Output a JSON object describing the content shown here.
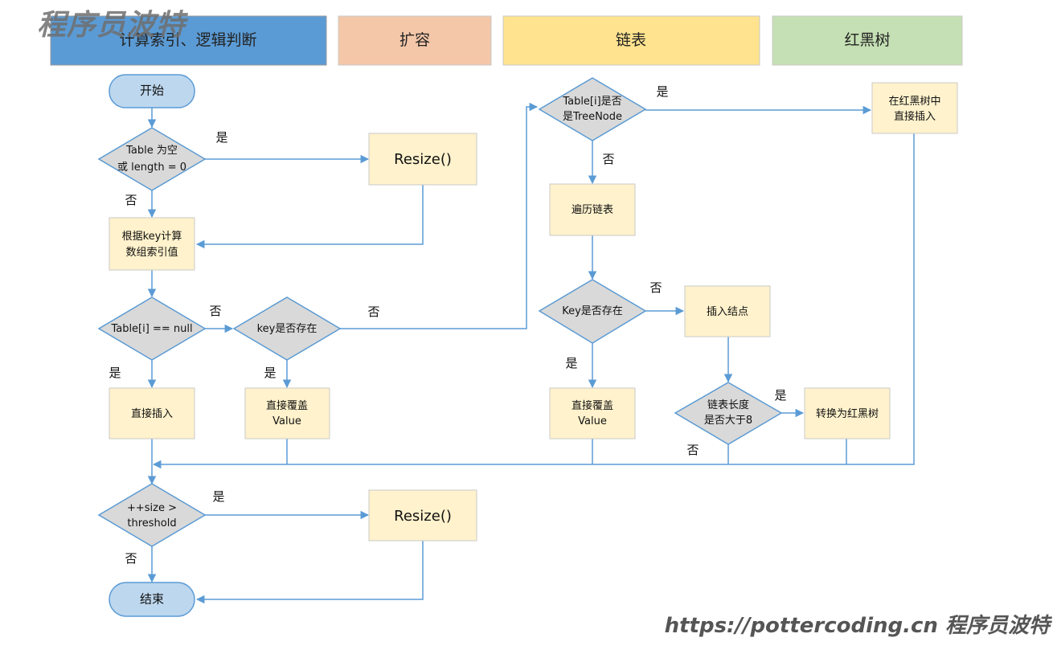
{
  "watermark": {
    "top": "程序员波特",
    "bottom": "https://pottercoding.cn 程序员波特"
  },
  "headers": [
    {
      "id": "hdr-index",
      "label": "计算索引、逻辑判断",
      "color": "#5b9bd5"
    },
    {
      "id": "hdr-resize",
      "label": "扩容",
      "color": "#f4c7a9"
    },
    {
      "id": "hdr-list",
      "label": "链表",
      "color": "#ffe38f"
    },
    {
      "id": "hdr-tree",
      "label": "红黑树",
      "color": "#c5e0b4"
    }
  ],
  "nodes": {
    "start": [
      "开始"
    ],
    "table_empty": [
      "Table 为空",
      "或 length = 0"
    ],
    "resize1": [
      "Resize()"
    ],
    "calc_index": [
      "根据key计算",
      "数组索引值"
    ],
    "table_null": [
      "Table[i] == null"
    ],
    "key_exists1": [
      "key是否存在"
    ],
    "insert_direct": [
      "直接插入"
    ],
    "override1": [
      "直接覆盖",
      "Value"
    ],
    "size_threshold": [
      "++size >",
      "threshold"
    ],
    "resize2": [
      "Resize()"
    ],
    "end": [
      "结束"
    ],
    "is_treenode": [
      "Table[i]是否",
      "是TreeNode"
    ],
    "traverse": [
      "遍历链表"
    ],
    "key_exists2": [
      "Key是否存在"
    ],
    "insert_node": [
      "插入结点"
    ],
    "override2": [
      "直接覆盖",
      "Value"
    ],
    "list_len": [
      "链表长度",
      "是否大于8"
    ],
    "to_tree": [
      "转换为红黑树"
    ],
    "tree_insert": [
      "在红黑树中",
      "直接插入"
    ]
  },
  "labels": {
    "yes": "是",
    "no": "否"
  },
  "colors": {
    "terminal": "#bdd7ee",
    "process": "#fff2cc",
    "decision": "#d9d9d9",
    "stroke": "#5b9bd5",
    "box_stroke": "#c9c9c9"
  }
}
